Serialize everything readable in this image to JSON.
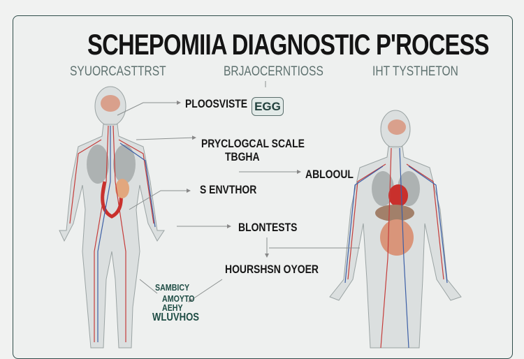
{
  "title": "SCHEPOMIIA DIAGNOSTIC P'ROCESS",
  "subtitles": [
    "SYUORCASTTRST",
    "BRJAOCERNTIOSS",
    "IHT TYSTHETON"
  ],
  "labels": {
    "plooviste": "PLOOSVISTE",
    "egg": "EGG",
    "scale_line1": "PRYCLOGCAL SCALE",
    "scale_line2": "TBGHA",
    "abloul": "ABLOOUL",
    "senvthor": "S ENVTHOR",
    "blontests": "BLONTESTS",
    "hourshsn": "HOURSHSN OYOER"
  },
  "green_note": [
    "SAMBICY",
    "AMOYTO",
    "AEHY",
    "WLUVHOS"
  ]
}
